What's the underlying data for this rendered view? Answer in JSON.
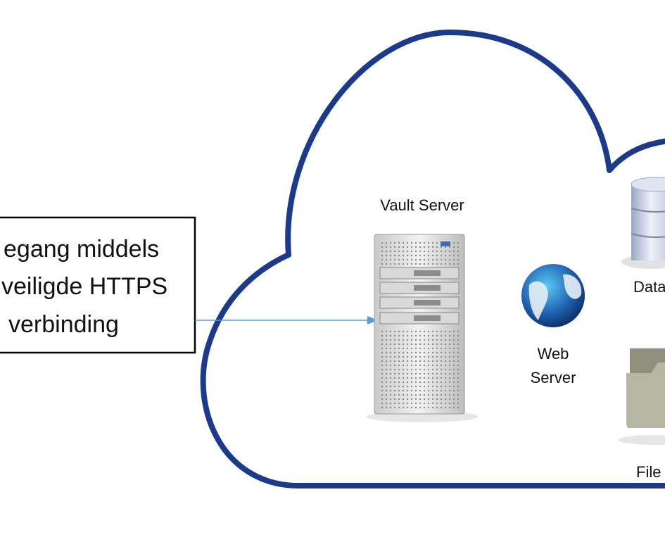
{
  "callout": {
    "lines": [
      "egang middels",
      "veiligde HTTPS",
      "verbinding"
    ]
  },
  "nodes": {
    "vault_server": "Vault Server",
    "web_server_line1": "Web",
    "web_server_line2": "Server",
    "database": "Data",
    "file": "File"
  },
  "colors": {
    "cloud_outline": "#1b3a8c",
    "arrow": "#5b9bd5",
    "box_border": "#000000"
  }
}
